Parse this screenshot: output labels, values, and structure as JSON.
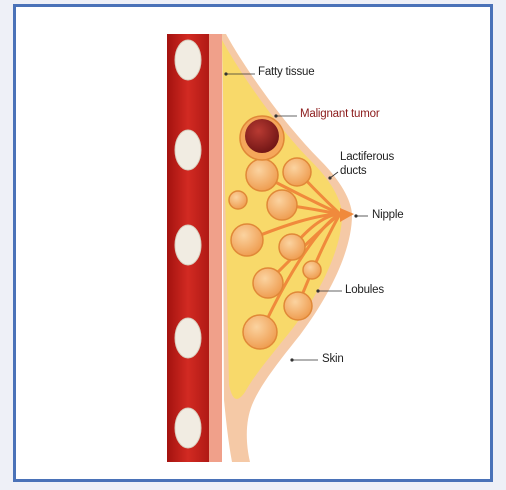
{
  "labels": {
    "fatty_tissue": "Fatty tissue",
    "malignant_tumor": "Malignant tumor",
    "lactiferous_ducts_line1": "Lactiferous",
    "lactiferous_ducts_line2": "ducts",
    "nipple": "Nipple",
    "lobules": "Lobules",
    "skin": "Skin"
  },
  "colors": {
    "frame_border": "#4a72b8",
    "chest_wall": "#c8201c",
    "rib": "#f1ece2",
    "fatty_tissue": "#f8d96a",
    "skin": "#f5c9a6",
    "lobule": "#f5a75a",
    "duct": "#f08a3c",
    "tumor": "#8e1f1f",
    "tumor_label": "#8b1a1a"
  }
}
